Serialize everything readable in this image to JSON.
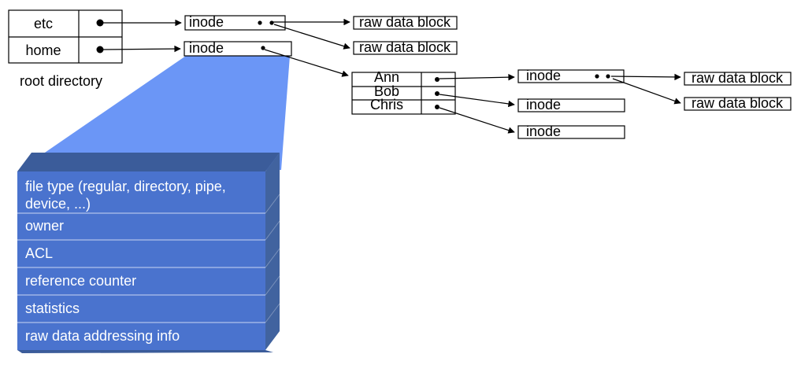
{
  "labels": {
    "inode": "inode",
    "raw_data_block": "raw data block"
  },
  "root_directory": {
    "caption": "root directory",
    "entries": [
      "etc",
      "home"
    ]
  },
  "home_directory": {
    "entries": [
      "Ann",
      "Bob",
      "Chris"
    ]
  },
  "inode_detail": {
    "rows": [
      {
        "lines": [
          "file type (regular, directory, pipe,",
          "device, ...)"
        ]
      },
      {
        "lines": [
          "owner"
        ]
      },
      {
        "lines": [
          "ACL"
        ]
      },
      {
        "lines": [
          "reference counter"
        ]
      },
      {
        "lines": [
          "statistics"
        ]
      },
      {
        "lines": [
          "raw data addressing info"
        ]
      }
    ]
  },
  "colors": {
    "funnel": "#6b96f6",
    "detail_front": "#4a73ce",
    "detail_top": "#3b5c9a",
    "detail_side": "#41639f",
    "detail_bottom": "#3b5c9a"
  }
}
